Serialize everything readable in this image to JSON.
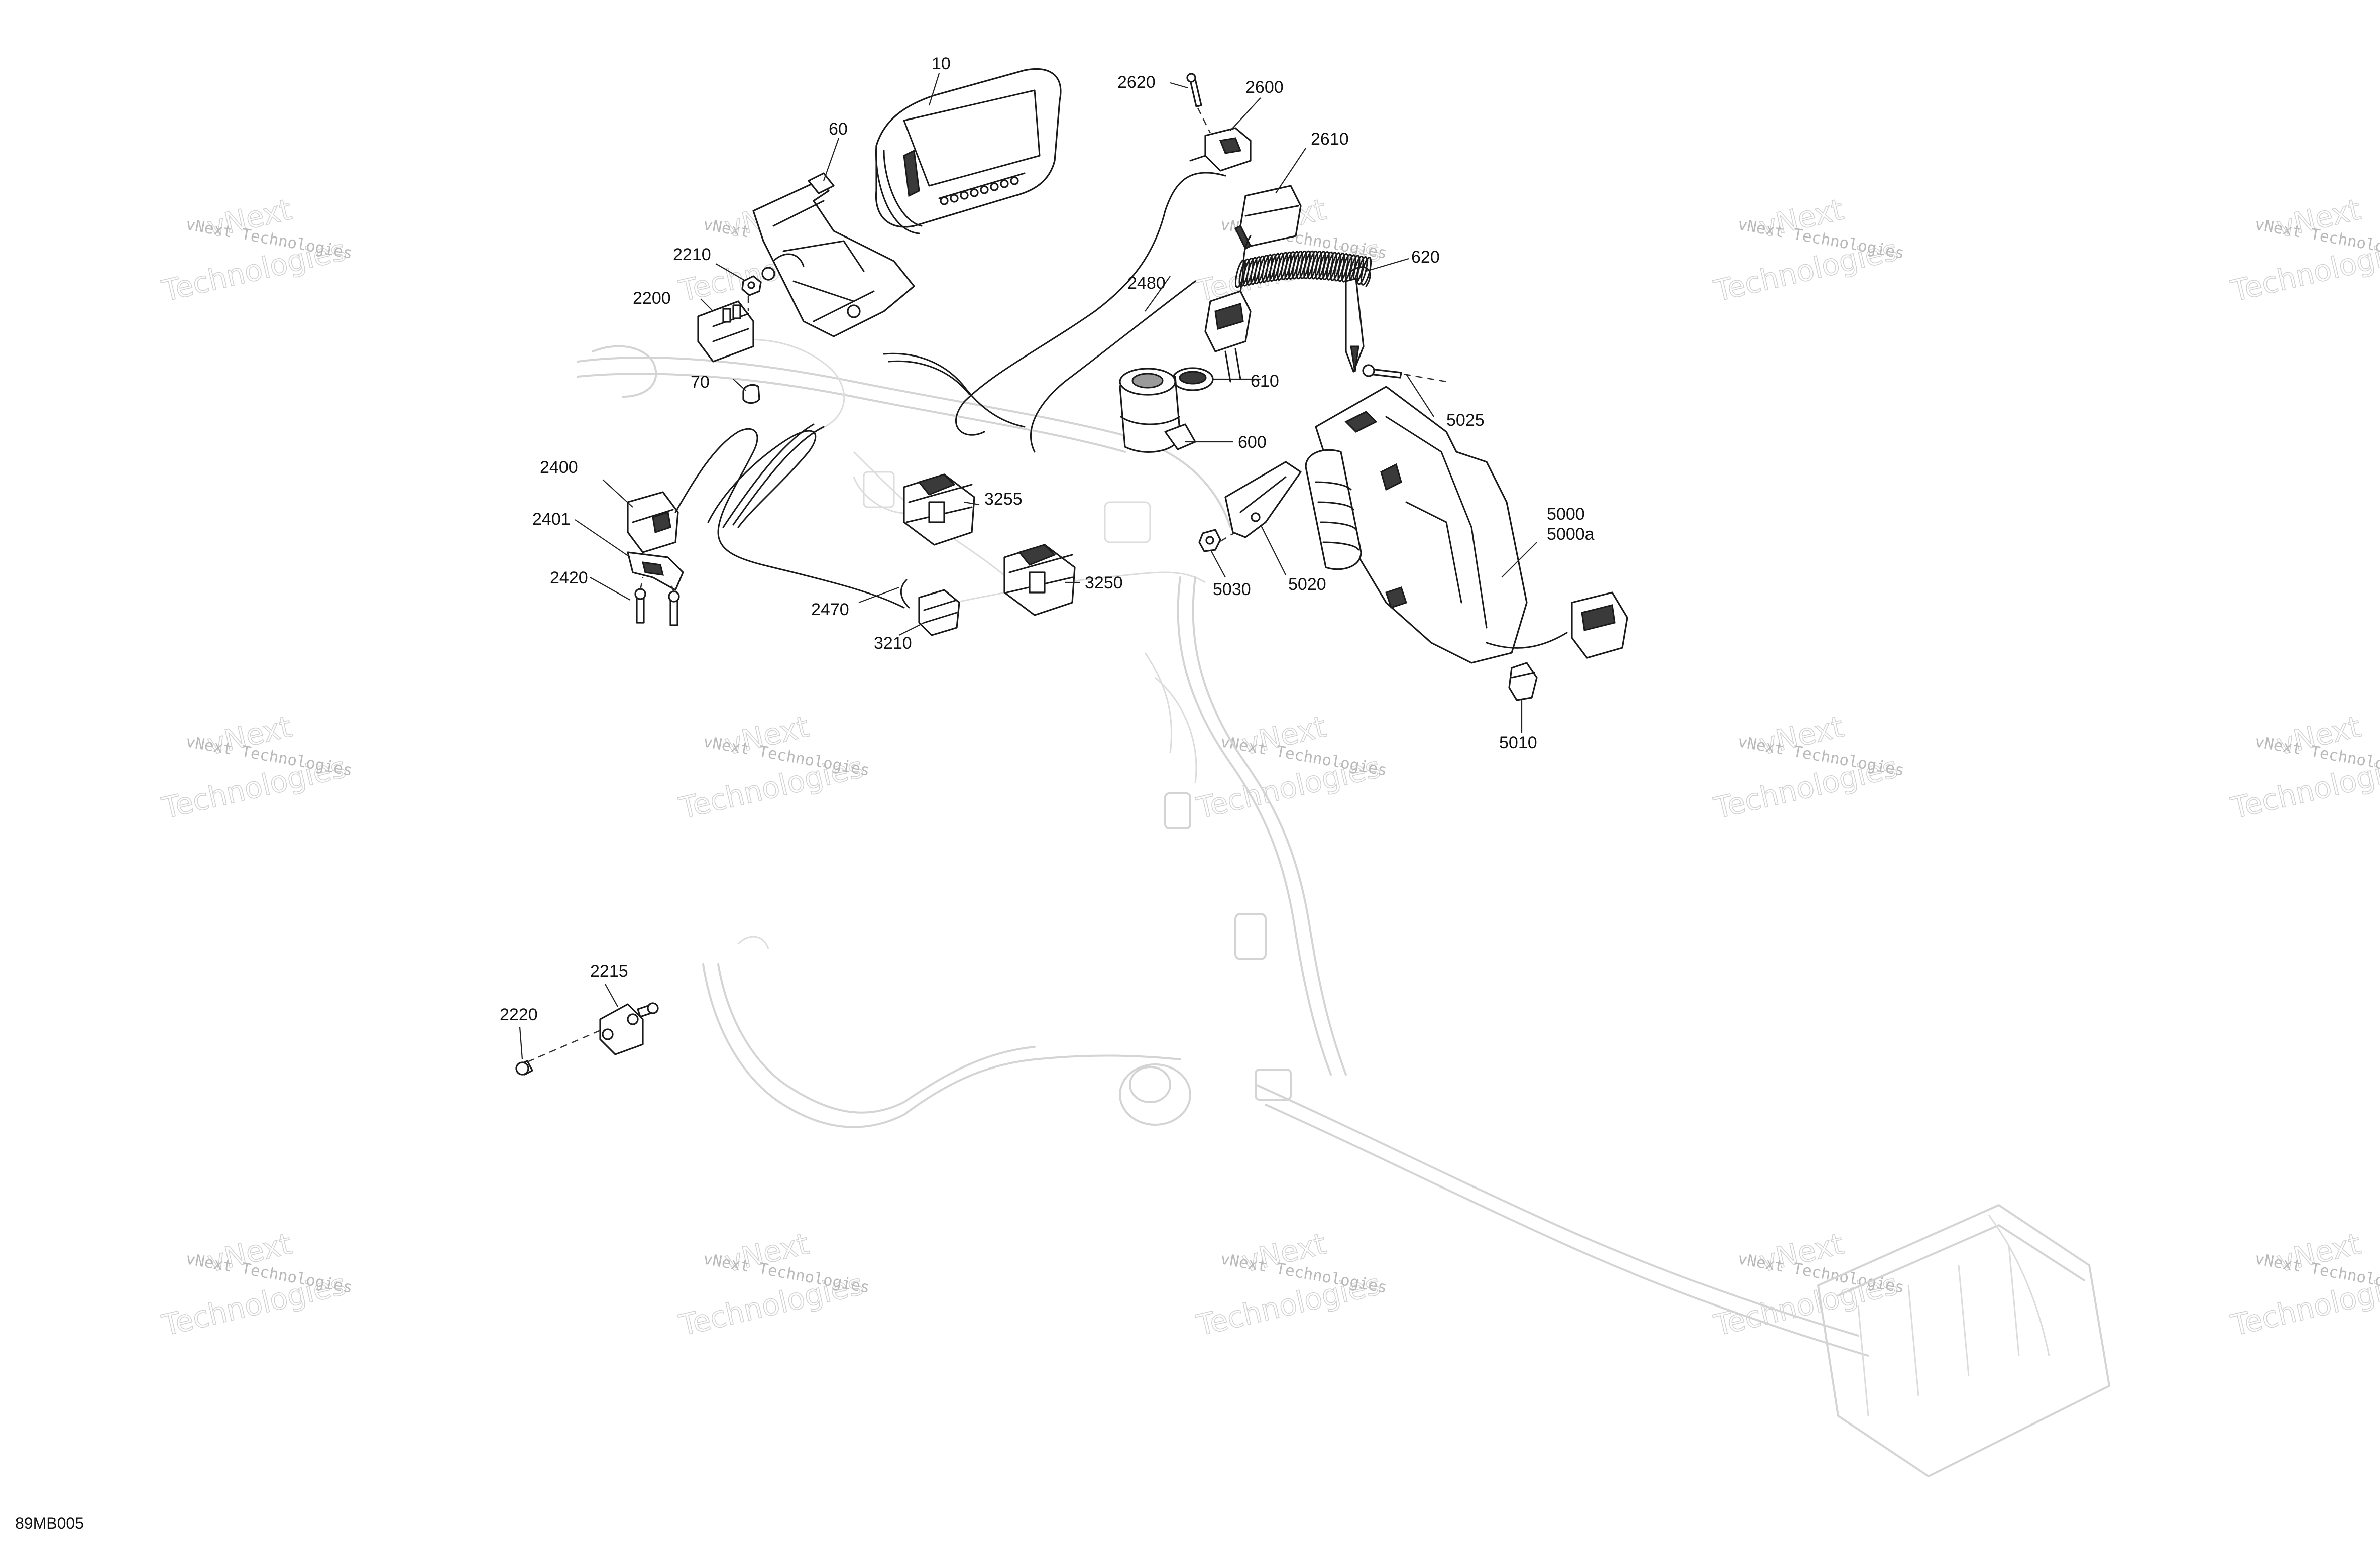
{
  "drawing_code": "89MB005",
  "watermark": {
    "line1": "vNext Technologies",
    "line2": "vNext",
    "line3": "Technologies"
  },
  "callouts": [
    {
      "id": "10",
      "label": "10"
    },
    {
      "id": "60",
      "label": "60"
    },
    {
      "id": "70",
      "label": "70"
    },
    {
      "id": "600",
      "label": "600"
    },
    {
      "id": "610",
      "label": "610"
    },
    {
      "id": "620",
      "label": "620"
    },
    {
      "id": "2200",
      "label": "2200"
    },
    {
      "id": "2210",
      "label": "2210"
    },
    {
      "id": "2215",
      "label": "2215"
    },
    {
      "id": "2220",
      "label": "2220"
    },
    {
      "id": "2400",
      "label": "2400"
    },
    {
      "id": "2401",
      "label": "2401"
    },
    {
      "id": "2420",
      "label": "2420"
    },
    {
      "id": "2470",
      "label": "2470"
    },
    {
      "id": "2480",
      "label": "2480"
    },
    {
      "id": "2600",
      "label": "2600"
    },
    {
      "id": "2610",
      "label": "2610"
    },
    {
      "id": "2620",
      "label": "2620"
    },
    {
      "id": "3210",
      "label": "3210"
    },
    {
      "id": "3250",
      "label": "3250"
    },
    {
      "id": "3255",
      "label": "3255"
    },
    {
      "id": "5000",
      "label": "5000"
    },
    {
      "id": "5000a",
      "label": "5000a"
    },
    {
      "id": "5010",
      "label": "5010"
    },
    {
      "id": "5020",
      "label": "5020"
    },
    {
      "id": "5025",
      "label": "5025"
    },
    {
      "id": "5030",
      "label": "5030"
    }
  ]
}
